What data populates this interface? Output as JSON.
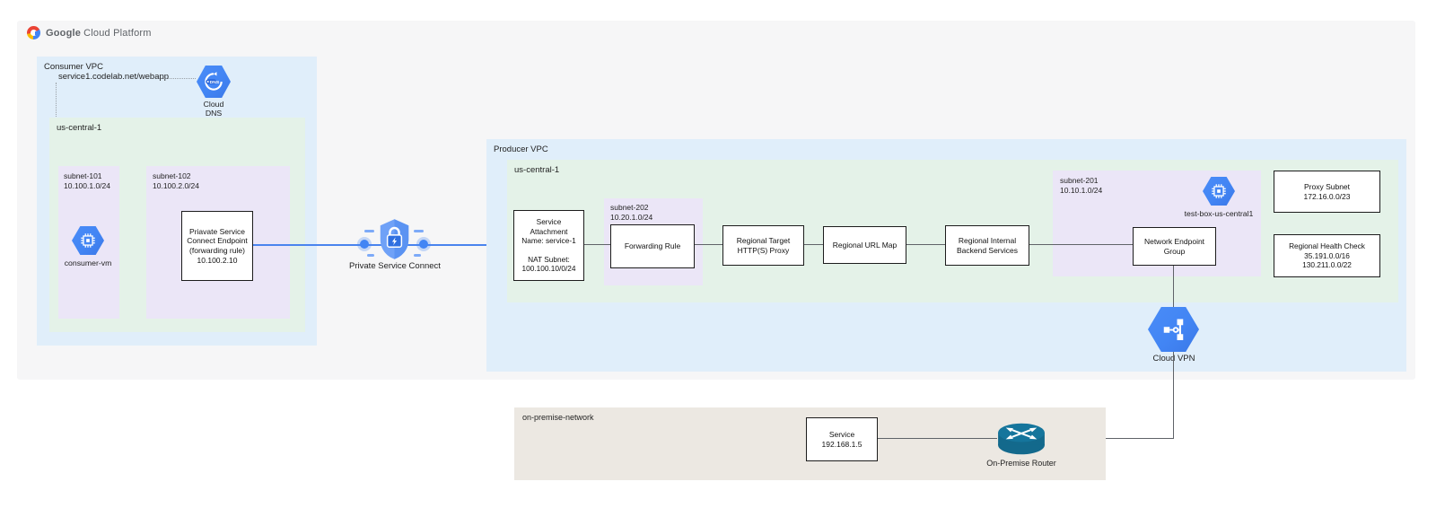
{
  "header": {
    "brand": "Google",
    "product": "Cloud Platform"
  },
  "consumer_vpc": {
    "label": "Consumer VPC",
    "dns_record": "service1.codelab.net/webapp",
    "cloud_dns_label": "Cloud\nDNS",
    "region_label": "us-central-1",
    "subnet101_label": "subnet-101\n10.100.1.0/24",
    "consumer_vm_label": "consumer-vm",
    "subnet102_label": "subnet-102\n10.100.2.0/24",
    "psc_endpoint_text": "Priavate Service\nConnect Endpoint\n(forwarding rule)\n10.100.2.10"
  },
  "psc_label": "Private Service Connect",
  "producer_vpc": {
    "label": "Producer VPC",
    "region_label": "us-central-1",
    "service_attachment_text": "Service\nAttachment\nName: service-1\n\nNAT Subnet:\n100.100.10/0/24",
    "subnet202_label": "subnet-202\n10.20.1.0/24",
    "forwarding_rule_label": "Forwarding Rule",
    "rthp_label": "Regional Target\nHTTP(S) Proxy",
    "url_map_label": "Regional URL Map",
    "backend_label": "Regional Internal\nBackend Services",
    "subnet201_label": "subnet-201\n10.10.1.0/24",
    "test_box_label": "test-box-us-central1",
    "neg_label": "Network Endpoint\nGroup",
    "proxy_subnet_text": "Proxy Subnet\n172.16.0.0/23",
    "health_check_text": "Regional Health Check\n35.191.0.0/16\n130.211.0.0/22",
    "cloud_vpn_label": "Cloud VPN"
  },
  "on_premise": {
    "label": "on-premise-network",
    "service_text": "Service\n192.168.1.5",
    "router_label": "On-Premise Router"
  },
  "icons": {
    "gcp_logo": "google-cloud-logo",
    "cloud_dns": "cloud-dns-hexagon",
    "consumer_vm": "compute-vm-hexagon",
    "private_service_connect": "shield-lock",
    "test_box_vm": "compute-vm-hexagon",
    "cloud_vpn": "vpn-hexagon",
    "on_premise_router": "router-cylinder"
  },
  "colors": {
    "frame_bg": "#f6f6f7",
    "vpc_bg": "#e0eefa",
    "region_bg": "#e4f2e8",
    "subnet_bg": "#ebe6f7",
    "onprem_bg": "#ece8e2",
    "icon_blue": "#4285f4",
    "router_teal": "#15759c",
    "connector_blue": "#4a84ee",
    "connector_gray": "#5f6368"
  }
}
